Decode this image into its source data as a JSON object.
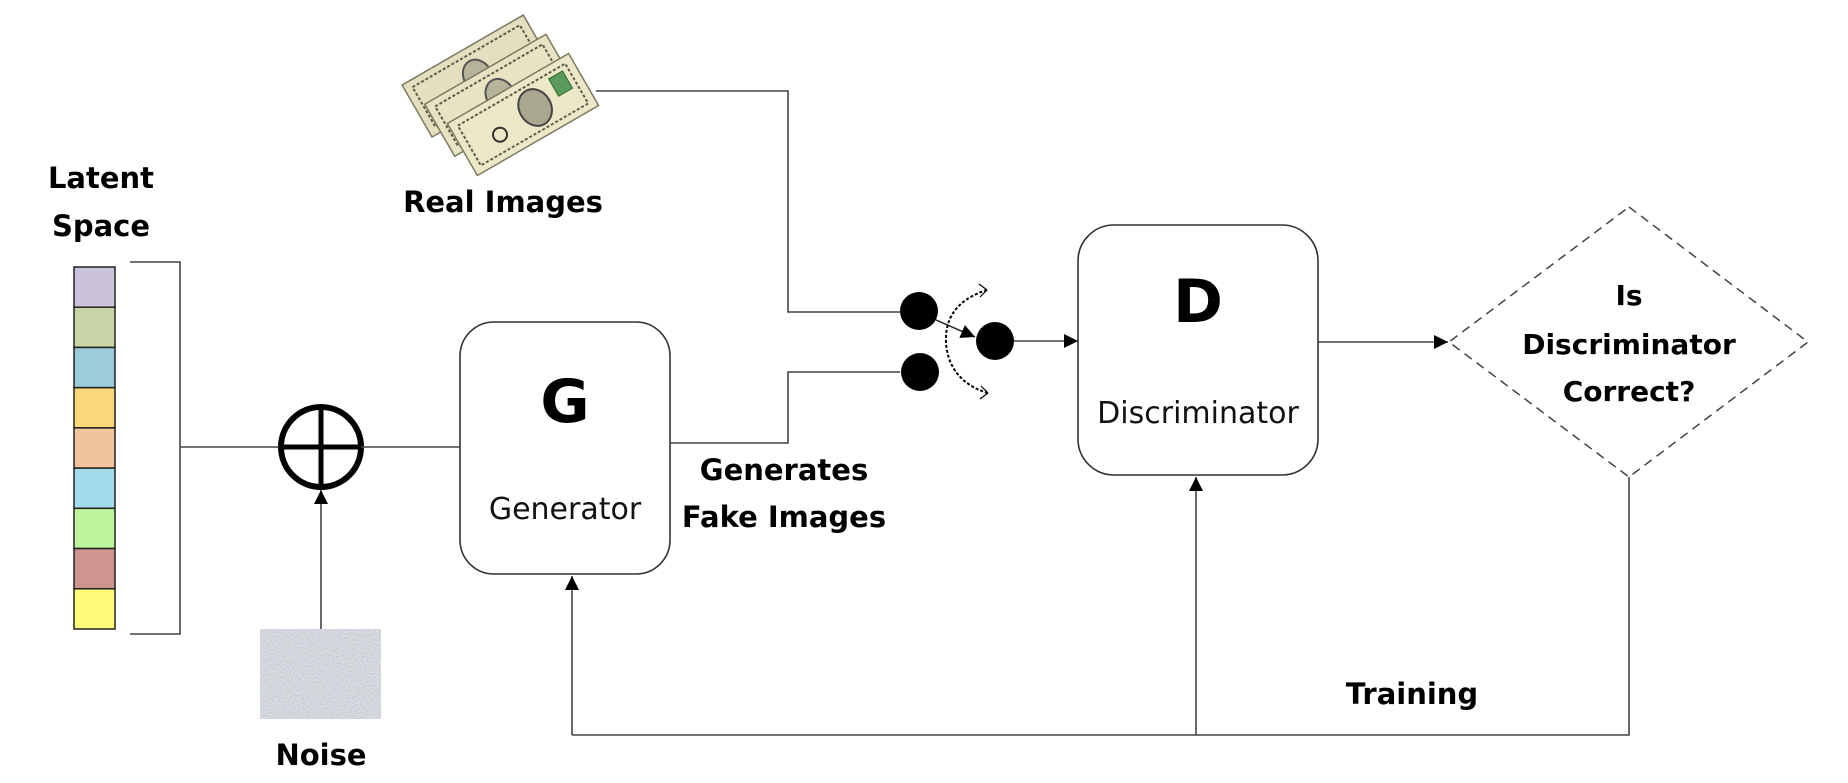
{
  "diagram": {
    "title": "Generative Adversarial Network",
    "latent_space": {
      "label_line1": "Latent",
      "label_line2": "Space",
      "cells": [
        {
          "color": "#cbc3dc"
        },
        {
          "color": "#c8d6a7"
        },
        {
          "color": "#9ccbd9"
        },
        {
          "color": "#f9d879"
        },
        {
          "color": "#f2c49e"
        },
        {
          "color": "#a4dbec"
        },
        {
          "color": "#bdf49c"
        },
        {
          "color": "#cd958d"
        },
        {
          "color": "#fefb7a"
        }
      ]
    },
    "noise": {
      "label": "Noise",
      "icon": "noise-image-icon"
    },
    "adder": {
      "icon": "circled-plus-icon"
    },
    "real_images": {
      "label": "Real Images",
      "icon": "dollar-bills-icon"
    },
    "generator": {
      "symbol": "G",
      "label": "Generator"
    },
    "fake_images_label_line1": "Generates",
    "fake_images_label_line2": "Fake Images",
    "switch": {
      "icon": "switch-icon"
    },
    "discriminator": {
      "symbol": "D",
      "label": "Discriminator"
    },
    "decision": {
      "line1": "Is",
      "line2": "Discriminator",
      "line3": "Correct?"
    },
    "training_label": "Training",
    "colors": {
      "line": "#444444",
      "text": "#000000",
      "node": "#000000"
    }
  }
}
